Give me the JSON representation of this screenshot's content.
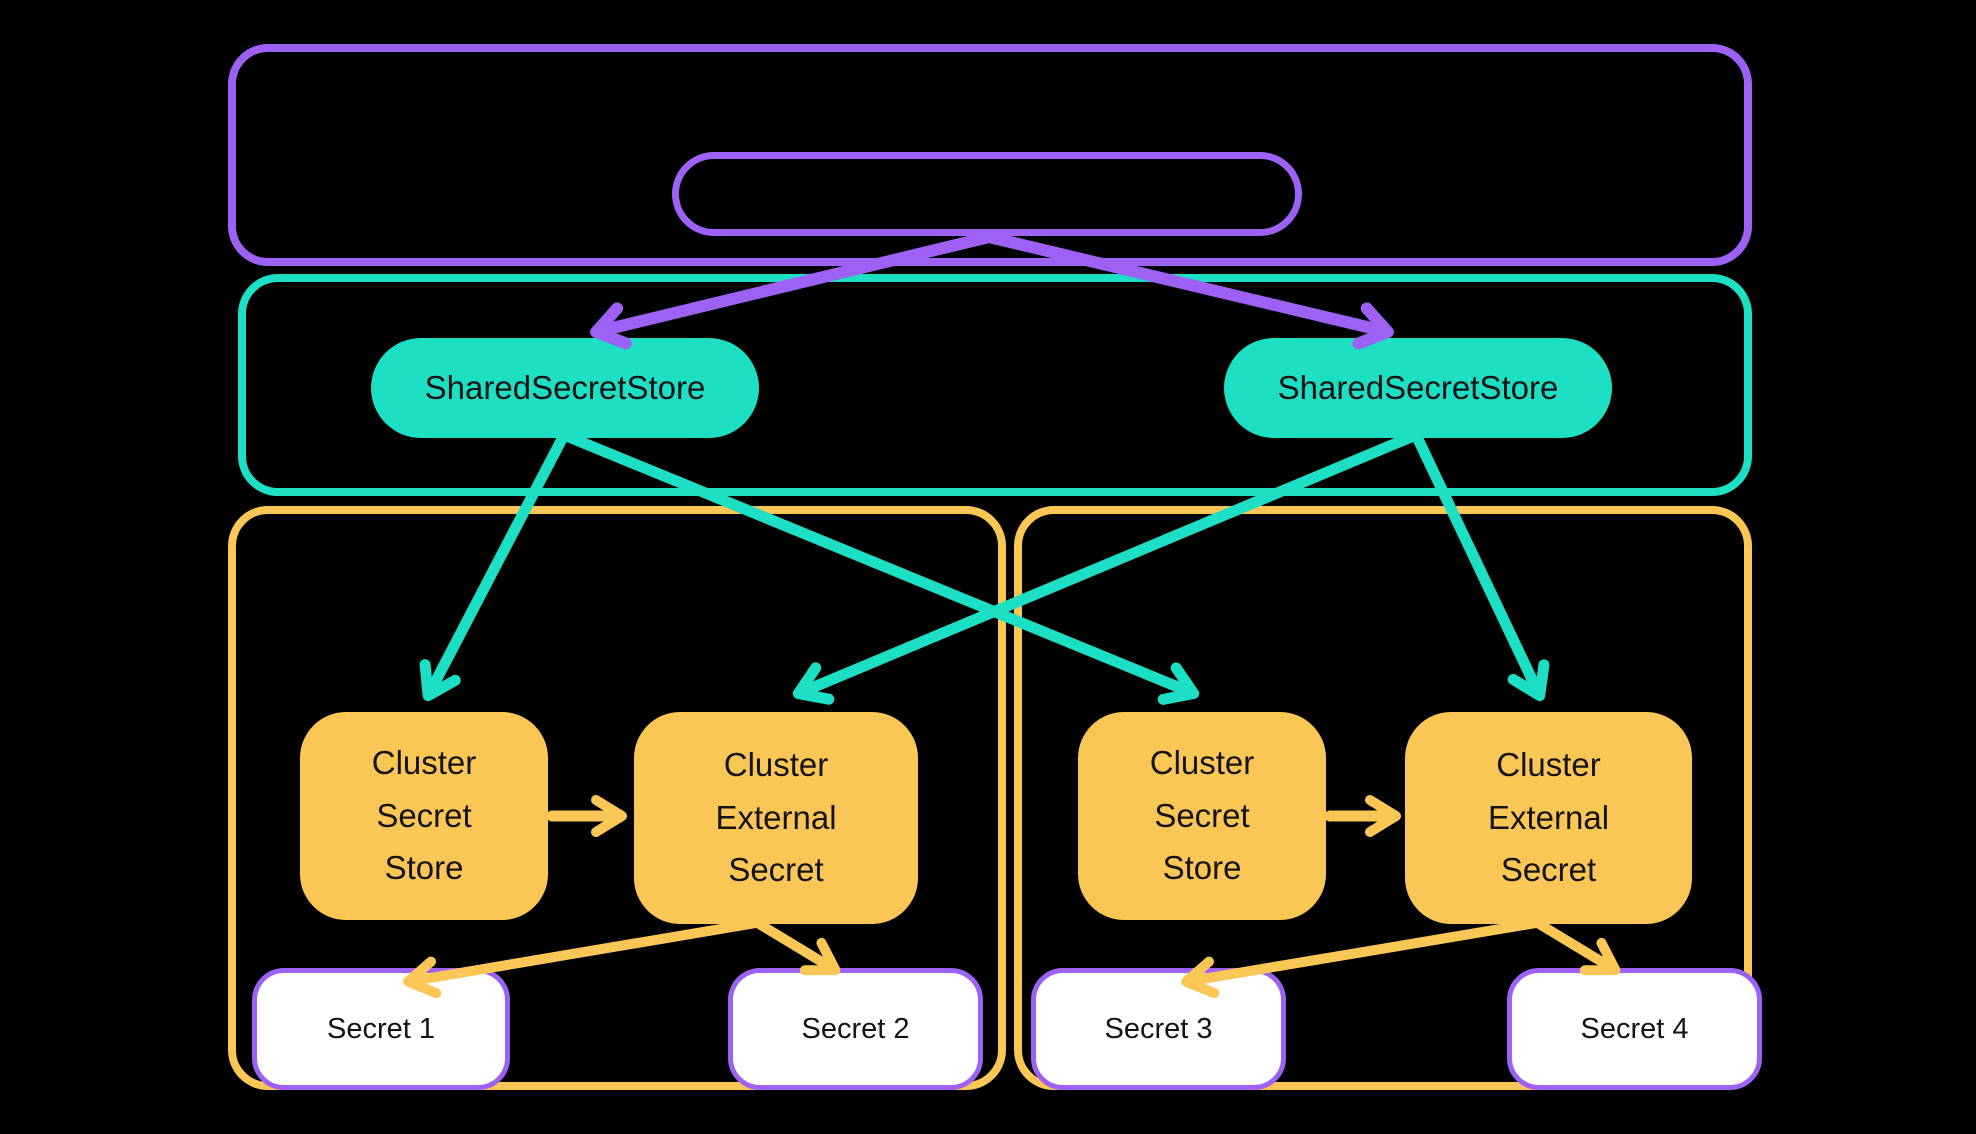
{
  "colors": {
    "purple": "#9d62f5",
    "teal": "#1cdfc4",
    "yellow": "#fac655",
    "node_text": "#141414",
    "secret_bg": "#ffffff"
  },
  "shared_stores": {
    "left": {
      "label": "SharedSecretStore"
    },
    "right": {
      "label": "SharedSecretStore"
    }
  },
  "clusters": {
    "left": {
      "secret_store_label": "Cluster\nSecret\nStore",
      "external_secret_label": "Cluster\nExternal\nSecret",
      "secrets": [
        "Secret 1",
        "Secret 2"
      ]
    },
    "right": {
      "secret_store_label": "Cluster\nSecret\nStore",
      "external_secret_label": "Cluster\nExternal\nSecret",
      "secrets": [
        "Secret 3",
        "Secret 4"
      ]
    }
  },
  "edges": [
    {
      "from": "top-pill",
      "to": "shared-store-left",
      "color": "purple"
    },
    {
      "from": "top-pill",
      "to": "shared-store-right",
      "color": "purple"
    },
    {
      "from": "shared-store-left",
      "to": "cluster-secret-store-left",
      "color": "teal"
    },
    {
      "from": "shared-store-left",
      "to": "cluster-secret-store-right",
      "color": "teal"
    },
    {
      "from": "shared-store-right",
      "to": "cluster-external-secret-left",
      "color": "teal"
    },
    {
      "from": "shared-store-right",
      "to": "cluster-external-secret-right",
      "color": "teal"
    },
    {
      "from": "cluster-secret-store-left",
      "to": "cluster-external-secret-left",
      "color": "yellow"
    },
    {
      "from": "cluster-secret-store-right",
      "to": "cluster-external-secret-right",
      "color": "yellow"
    },
    {
      "from": "cluster-external-secret-left",
      "to": "secret-1",
      "color": "yellow"
    },
    {
      "from": "cluster-external-secret-left",
      "to": "secret-2",
      "color": "yellow"
    },
    {
      "from": "cluster-external-secret-right",
      "to": "secret-3",
      "color": "yellow"
    },
    {
      "from": "cluster-external-secret-right",
      "to": "secret-4",
      "color": "yellow"
    }
  ]
}
